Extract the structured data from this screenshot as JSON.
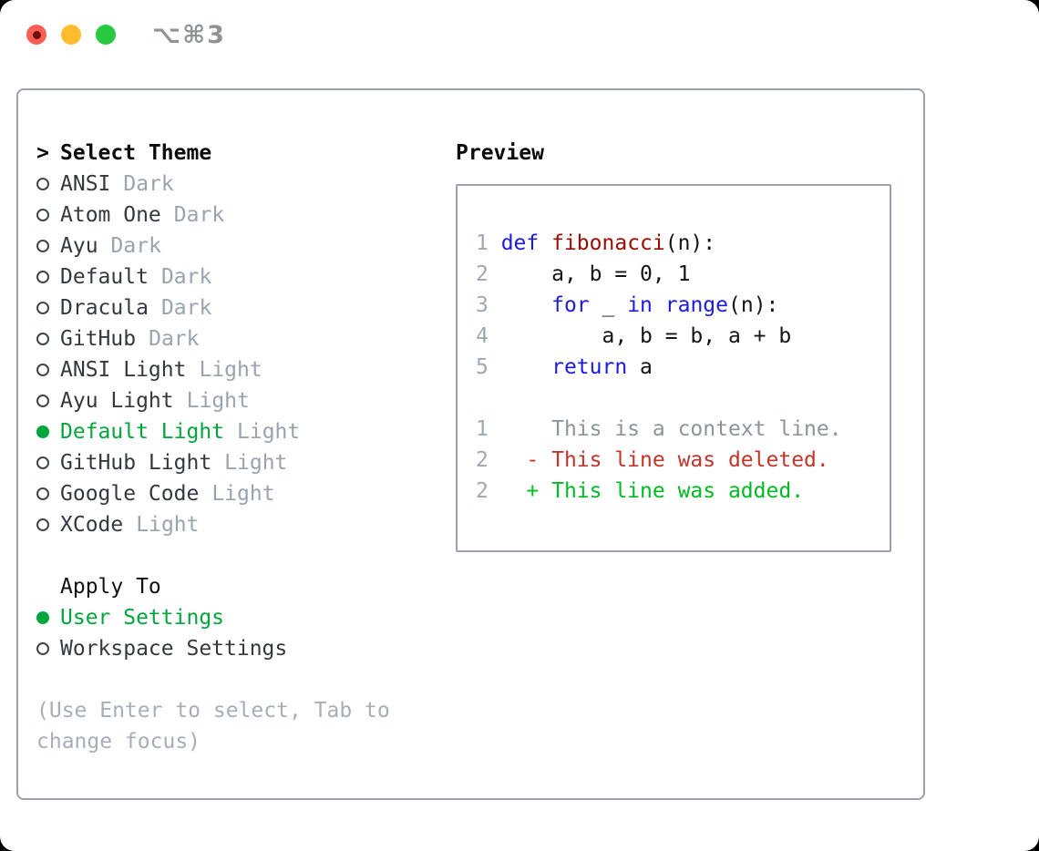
{
  "window": {
    "title": "⌥⌘3"
  },
  "colors": {
    "selection_green": "#00a63c",
    "added_green": "#00bb22",
    "deleted_red": "#c2342a",
    "keyword_blue": "#1b1be0",
    "function_red": "#9b0c00",
    "muted_gray": "#9aa3ae",
    "panel_border": "#9aa2ad",
    "traffic_red": "#ff5e57",
    "traffic_yellow": "#febc2e",
    "traffic_green": "#27c93f"
  },
  "theme_list": {
    "header_prefix": ">",
    "header": "Select Theme",
    "items": [
      {
        "name": "ANSI",
        "variant": "Dark",
        "selected": false
      },
      {
        "name": "Atom One",
        "variant": "Dark",
        "selected": false
      },
      {
        "name": "Ayu",
        "variant": "Dark",
        "selected": false
      },
      {
        "name": "Default",
        "variant": "Dark",
        "selected": false
      },
      {
        "name": "Dracula",
        "variant": "Dark",
        "selected": false
      },
      {
        "name": "GitHub",
        "variant": "Dark",
        "selected": false
      },
      {
        "name": "ANSI Light",
        "variant": "Light",
        "selected": false
      },
      {
        "name": "Ayu Light",
        "variant": "Light",
        "selected": false
      },
      {
        "name": "Default Light",
        "variant": "Light",
        "selected": true
      },
      {
        "name": "GitHub Light",
        "variant": "Light",
        "selected": false
      },
      {
        "name": "Google Code",
        "variant": "Light",
        "selected": false
      },
      {
        "name": "XCode",
        "variant": "Light",
        "selected": false
      }
    ]
  },
  "apply_to": {
    "header": "Apply To",
    "options": [
      {
        "label": "User Settings",
        "selected": true
      },
      {
        "label": "Workspace Settings",
        "selected": false
      }
    ]
  },
  "hint": "(Use Enter to select, Tab to change focus)",
  "preview": {
    "header": "Preview",
    "lines": [
      {
        "tokens": [
          {
            "t": "1 ",
            "c": "ln"
          },
          {
            "t": "def",
            "c": "kw"
          },
          {
            "t": " ",
            "c": "pl"
          },
          {
            "t": "fibonacci",
            "c": "fn"
          },
          {
            "t": "(n):",
            "c": "pl"
          }
        ]
      },
      {
        "tokens": [
          {
            "t": "2 ",
            "c": "ln"
          },
          {
            "t": "    a, b = 0, 1",
            "c": "pl"
          }
        ]
      },
      {
        "tokens": [
          {
            "t": "3 ",
            "c": "ln"
          },
          {
            "t": "    ",
            "c": "pl"
          },
          {
            "t": "for",
            "c": "kw"
          },
          {
            "t": " _ ",
            "c": "pl"
          },
          {
            "t": "in",
            "c": "kw"
          },
          {
            "t": " ",
            "c": "pl"
          },
          {
            "t": "range",
            "c": "kw"
          },
          {
            "t": "(n):",
            "c": "pl"
          }
        ]
      },
      {
        "tokens": [
          {
            "t": "4 ",
            "c": "ln"
          },
          {
            "t": "        a, b = b, a + b",
            "c": "pl"
          }
        ]
      },
      {
        "tokens": [
          {
            "t": "5 ",
            "c": "ln"
          },
          {
            "t": "    ",
            "c": "pl"
          },
          {
            "t": "return",
            "c": "kw"
          },
          {
            "t": " a",
            "c": "pl"
          }
        ]
      },
      {
        "tokens": []
      },
      {
        "tokens": [
          {
            "t": "1 ",
            "c": "ln"
          },
          {
            "t": "    This is a context line.",
            "c": "ctx"
          }
        ]
      },
      {
        "tokens": [
          {
            "t": "2 ",
            "c": "ln"
          },
          {
            "t": "  - This line was deleted.",
            "c": "del"
          }
        ]
      },
      {
        "tokens": [
          {
            "t": "2 ",
            "c": "ln"
          },
          {
            "t": "  + This line was added.",
            "c": "add"
          }
        ]
      }
    ]
  }
}
